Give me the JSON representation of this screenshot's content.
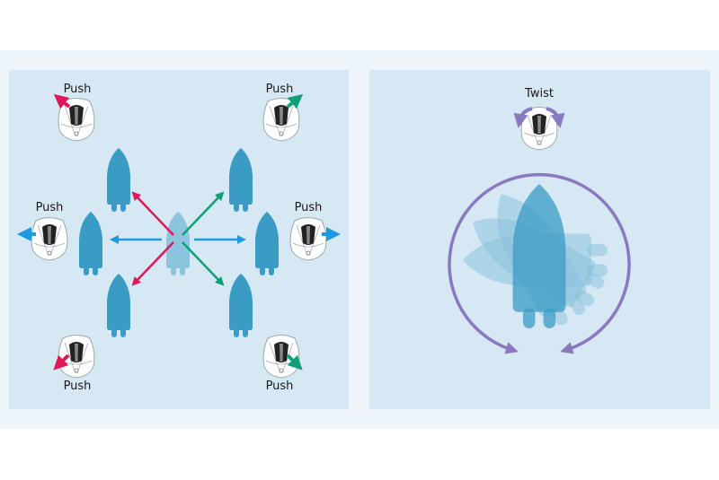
{
  "left_panel": {
    "labels": {
      "top_left": "Push",
      "top_right": "Push",
      "mid_left": "Push",
      "mid_right": "Push",
      "bottom_left": "Push",
      "bottom_right": "Push"
    }
  },
  "right_panel": {
    "label": "Twist"
  },
  "colors": {
    "background": "#edf5fb",
    "panel": "#d6e8f3",
    "boat": "#3a9cc4",
    "boat_light": "#8cc3dd",
    "red_arrow": "#e0185a",
    "green_arrow": "#0fa07a",
    "blue_arrow": "#1b9ae0",
    "purple_arrow": "#8a78c0"
  }
}
